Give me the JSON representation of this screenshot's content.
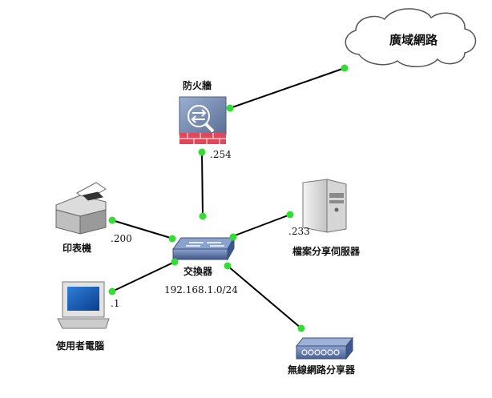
{
  "nodes": {
    "wan": "廣域網路",
    "firewall": "防火牆",
    "switch": "交換器",
    "subnet": "192.168.1.0/24",
    "printer": "印表機",
    "server": "檔案分享伺服器",
    "user_pc": "使用者電腦",
    "wireless": "無線網路分享器"
  },
  "ip_labels": {
    "firewall": ".254",
    "printer": ".200",
    "server": ".233",
    "user_pc": ".1"
  },
  "colors": {
    "link": "#000000",
    "port": "#33dd33",
    "firewall_body": "#7e93b8",
    "firewall_brick": "#e0475a",
    "switch_body": "#5a72a6",
    "device_gray": "#c8c8c8"
  }
}
